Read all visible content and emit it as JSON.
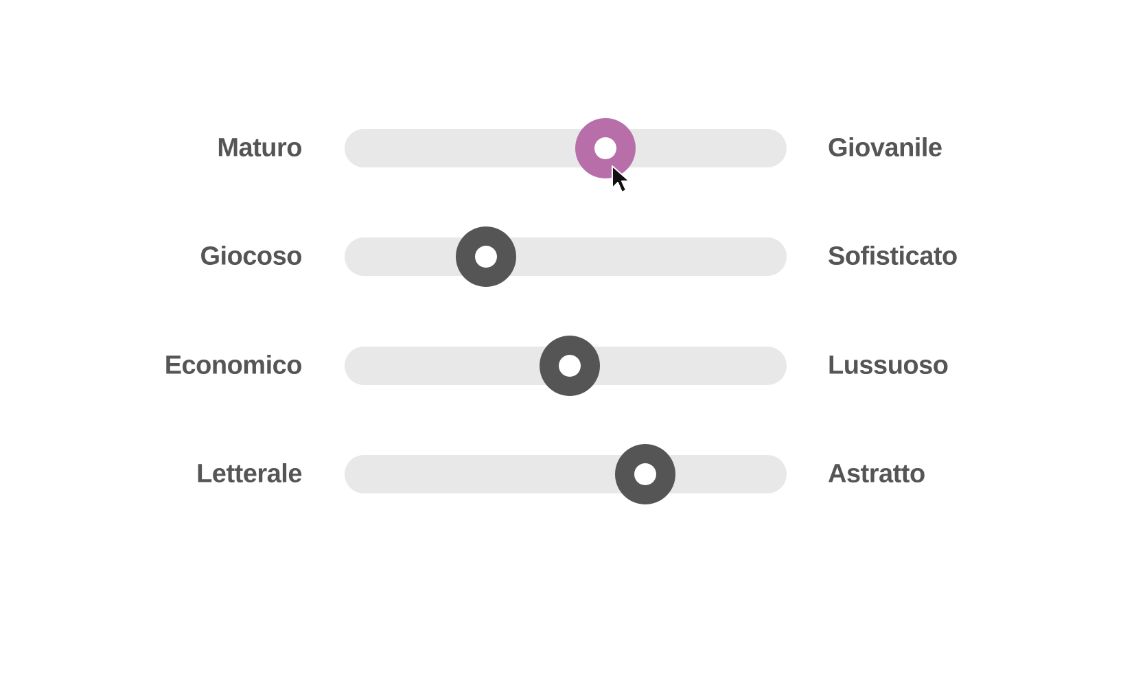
{
  "colors": {
    "label": "#555555",
    "track": "#e8e8e8",
    "thumb": "#555555",
    "thumb_active": "#b86fa9"
  },
  "sliders": [
    {
      "left_label": "Maturo",
      "right_label": "Giovanile",
      "value": 0.59,
      "active": true
    },
    {
      "left_label": "Giocoso",
      "right_label": "Sofisticato",
      "value": 0.32,
      "active": false
    },
    {
      "left_label": "Economico",
      "right_label": "Lussuoso",
      "value": 0.51,
      "active": false
    },
    {
      "left_label": "Letterale",
      "right_label": "Astratto",
      "value": 0.68,
      "active": false
    }
  ],
  "cursor": {
    "icon": "arrow-cursor-icon"
  }
}
